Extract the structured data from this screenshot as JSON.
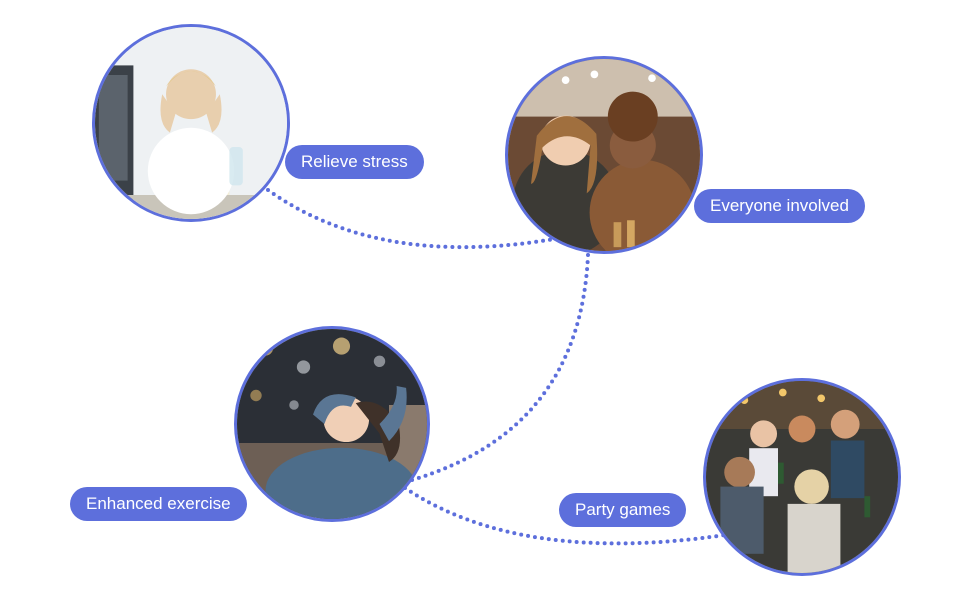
{
  "colors": {
    "accent": "#5d6fdc",
    "label_text": "#ffffff",
    "background": "#ffffff"
  },
  "features": [
    {
      "label": "Relieve stress",
      "photo": "stressed-woman-at-desk"
    },
    {
      "label": "Everyone involved",
      "photo": "two-friends-laughing"
    },
    {
      "label": "Enhanced exercise",
      "photo": "woman-relaxing-on-sofa"
    },
    {
      "label": "Party games",
      "photo": "friends-party-outdoors"
    }
  ]
}
